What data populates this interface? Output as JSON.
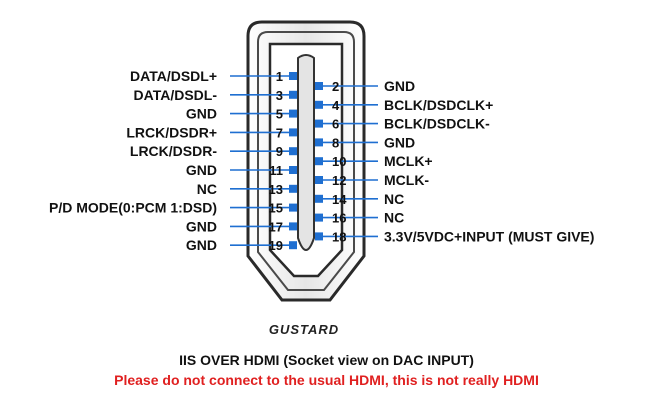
{
  "brand_logo": "GUSTARD",
  "caption": {
    "title": "IIS OVER HDMI  (Socket view on DAC INPUT)",
    "warning": "Please do not connect to the usual HDMI, this is not really HDMI"
  },
  "colors": {
    "pin": "#1f6fd1",
    "connector_stroke": "#2a2a2a",
    "connector_fill": "#dcdcdc",
    "warning": "#e02020",
    "text": "#111111"
  },
  "pins_left": [
    {
      "number": "1",
      "label": "DATA/DSDL+"
    },
    {
      "number": "3",
      "label": "DATA/DSDL-"
    },
    {
      "number": "5",
      "label": "GND"
    },
    {
      "number": "7",
      "label": "LRCK/DSDR+"
    },
    {
      "number": "9",
      "label": "LRCK/DSDR-"
    },
    {
      "number": "11",
      "label": "GND"
    },
    {
      "number": "13",
      "label": "NC"
    },
    {
      "number": "15",
      "label": "P/D MODE(0:PCM 1:DSD)"
    },
    {
      "number": "17",
      "label": "GND"
    },
    {
      "number": "19",
      "label": "GND"
    }
  ],
  "pins_right": [
    {
      "number": "2",
      "label": "GND"
    },
    {
      "number": "4",
      "label": "BCLK/DSDCLK+"
    },
    {
      "number": "6",
      "label": "BCLK/DSDCLK-"
    },
    {
      "number": "8",
      "label": "GND"
    },
    {
      "number": "10",
      "label": "MCLK+"
    },
    {
      "number": "12",
      "label": "MCLK-"
    },
    {
      "number": "14",
      "label": "NC"
    },
    {
      "number": "16",
      "label": "NC"
    },
    {
      "number": "18",
      "label": "3.3V/5VDC+INPUT (MUST GIVE)"
    }
  ]
}
